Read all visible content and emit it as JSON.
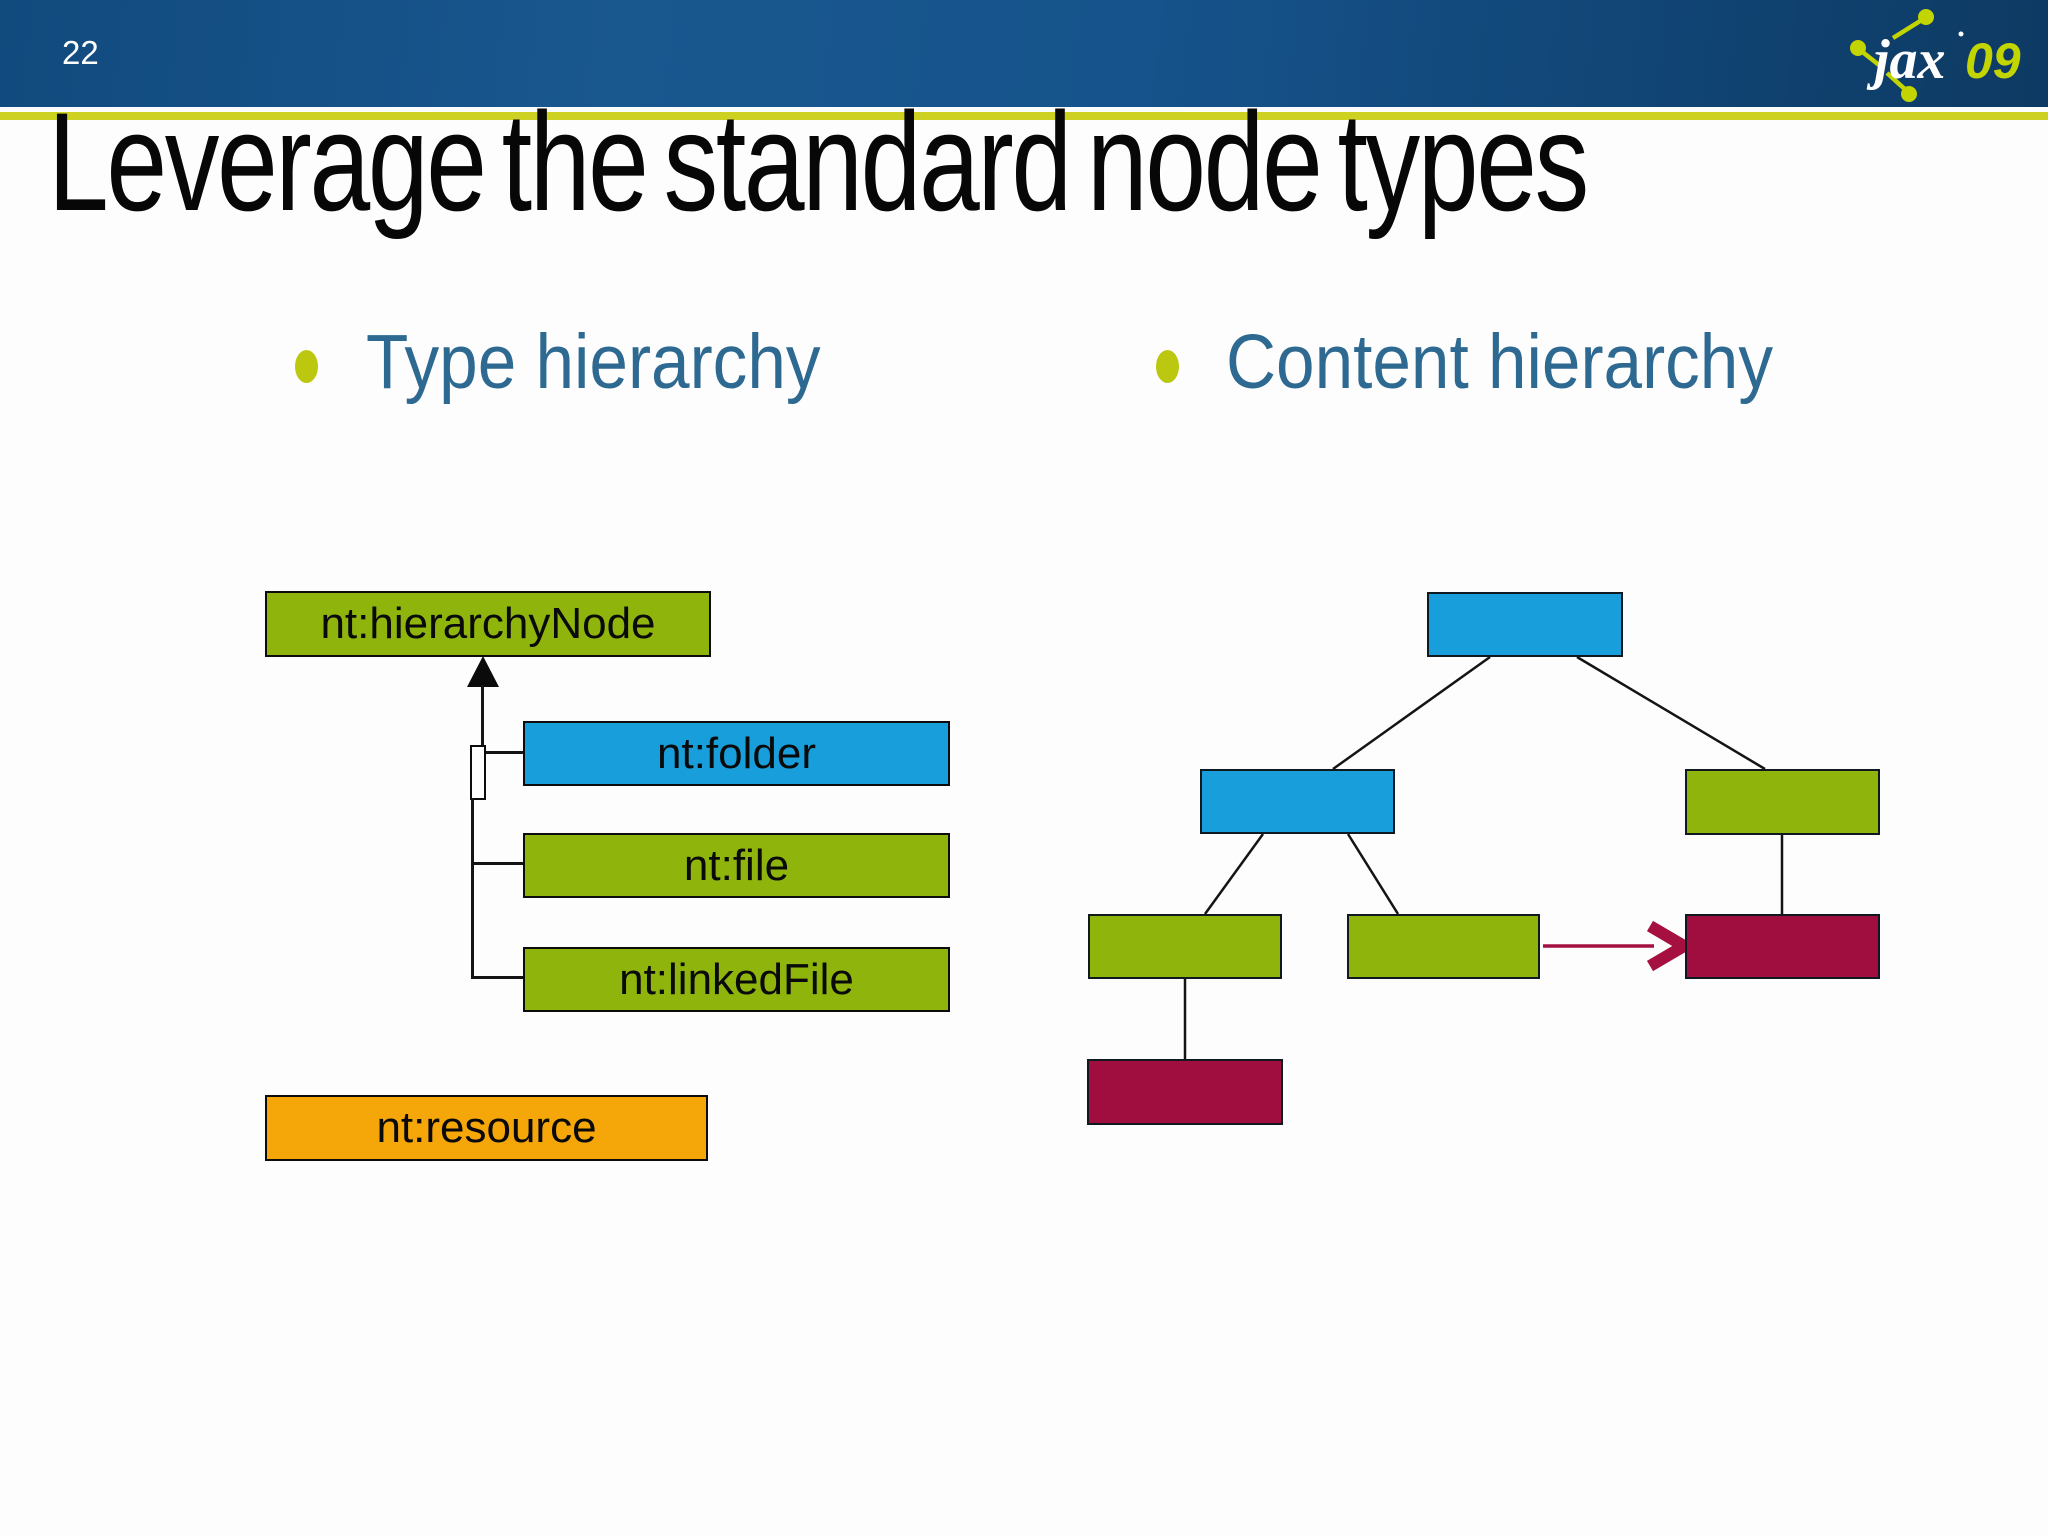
{
  "page_number": "22",
  "logo": {
    "name": "jax",
    "year": "09"
  },
  "title": "Leverage the standard node types",
  "bullets": {
    "left": "Type hierarchy",
    "right": "Content hierarchy"
  },
  "type_hierarchy": {
    "parent": {
      "label": "nt:hierarchyNode",
      "color": "green"
    },
    "children": [
      {
        "label": "nt:folder",
        "color": "blue"
      },
      {
        "label": "nt:file",
        "color": "green"
      },
      {
        "label": "nt:linkedFile",
        "color": "green"
      }
    ],
    "standalone": {
      "label": "nt:resource",
      "color": "orange"
    }
  },
  "content_hierarchy": {
    "nodes": [
      {
        "id": "root",
        "color": "blue",
        "row": 1
      },
      {
        "id": "child-left",
        "color": "blue",
        "row": 2
      },
      {
        "id": "child-right",
        "color": "green",
        "row": 2
      },
      {
        "id": "grandchild-1",
        "color": "green",
        "row": 3
      },
      {
        "id": "grandchild-2",
        "color": "green",
        "row": 3
      },
      {
        "id": "resource-right",
        "color": "maroon",
        "row": 3
      },
      {
        "id": "resource-bottom",
        "color": "maroon",
        "row": 4
      }
    ],
    "edges": [
      [
        "root",
        "child-left"
      ],
      [
        "root",
        "child-right"
      ],
      [
        "child-left",
        "grandchild-1"
      ],
      [
        "child-left",
        "grandchild-2"
      ],
      [
        "child-right",
        "resource-right"
      ],
      [
        "grandchild-1",
        "resource-bottom"
      ]
    ],
    "reference_arrow": {
      "from": "grandchild-2",
      "to": "resource-right",
      "color": "#a51040"
    }
  },
  "colors": {
    "node_green": "#8fb50d",
    "node_blue": "#189edb",
    "node_orange": "#f5a609",
    "node_maroon": "#a00d3f",
    "logo_accent": "#c3d500",
    "divider_yellow": "#ccd122",
    "bullet_text_blue": "#2e6992",
    "header_gradient_start": "#114a7d",
    "header_gradient_mid": "#19578f",
    "header_gradient_end": "#0d3a63"
  }
}
